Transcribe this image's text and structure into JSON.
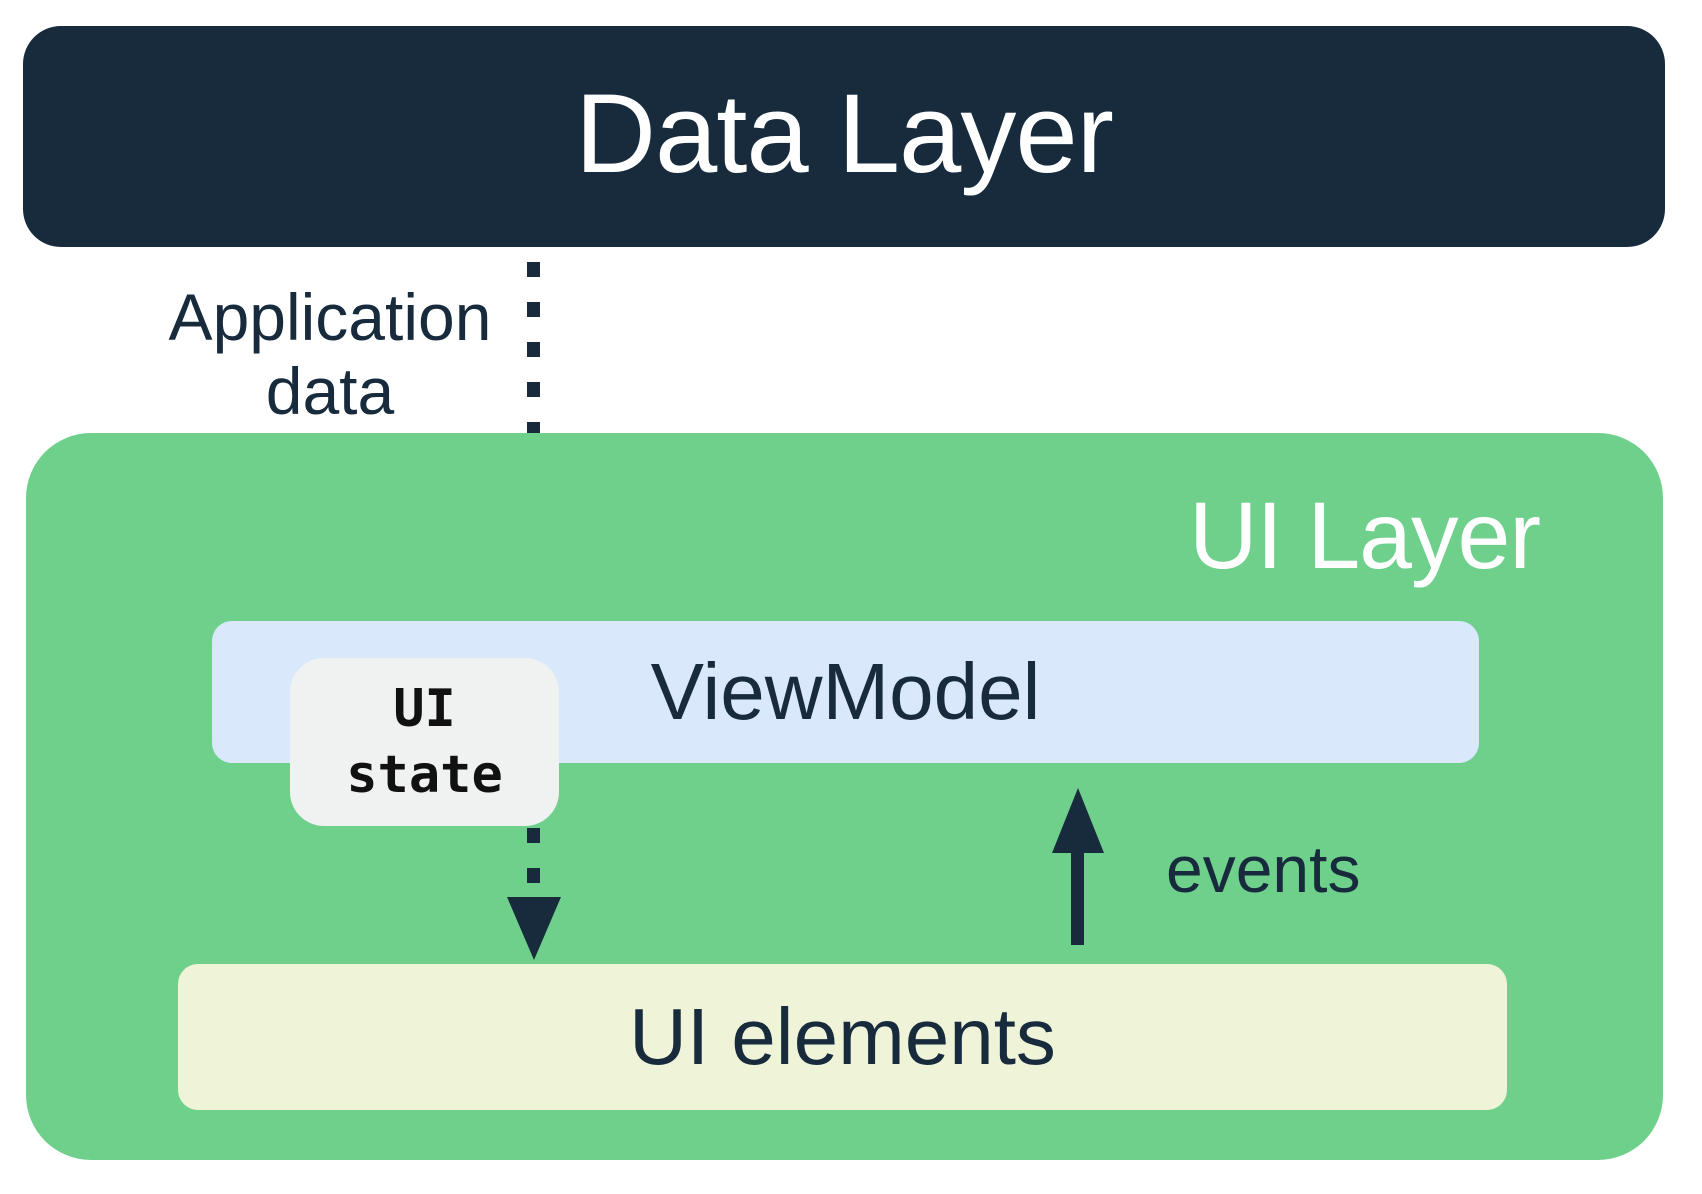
{
  "colors": {
    "navy": "#172B3D",
    "green": "#6FD08C",
    "light_blue": "#D9E8FB",
    "cream": "#EFF3D8",
    "gray": "#F0F2F1",
    "white": "#FFFFFF",
    "state_text": "#111111"
  },
  "diagram": {
    "data_layer": {
      "label": "Data Layer"
    },
    "application_data": {
      "line1": "Application",
      "line2": "data"
    },
    "ui_layer": {
      "label": "UI Layer"
    },
    "viewmodel": {
      "label": "ViewModel"
    },
    "ui_state": {
      "line1": "UI",
      "line2": "state"
    },
    "events": {
      "label": "events"
    },
    "ui_elements": {
      "label": "UI elements"
    }
  }
}
